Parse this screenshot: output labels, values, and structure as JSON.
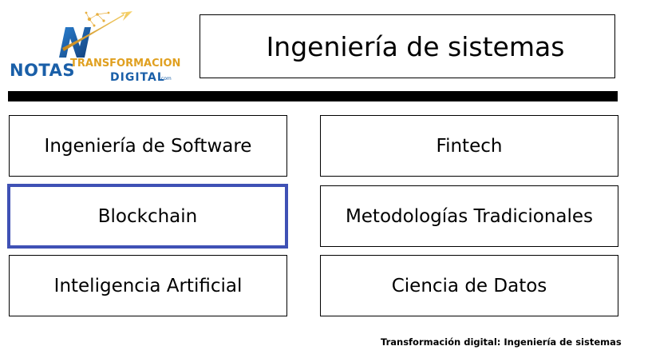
{
  "logo": {
    "notas": "NOTAS",
    "transformacion": "TRANSFORMACION",
    "digital": "DIGITAL",
    "com": ".com"
  },
  "header": {
    "title": "Ingeniería de sistemas"
  },
  "categories": [
    {
      "label": "Ingeniería de Software",
      "selected": false
    },
    {
      "label": "Fintech",
      "selected": false
    },
    {
      "label": "Blockchain",
      "selected": true
    },
    {
      "label": "Metodologías Tradicionales",
      "selected": false
    },
    {
      "label": "Inteligencia Artificial",
      "selected": false
    },
    {
      "label": "Ciencia de Datos",
      "selected": false
    }
  ],
  "footer": {
    "caption": "Transformación digital: Ingeniería de sistemas"
  },
  "colors": {
    "selected_border": "#3f51b5",
    "logo_blue": "#1a5fa8",
    "logo_gold": "#e0a020"
  }
}
